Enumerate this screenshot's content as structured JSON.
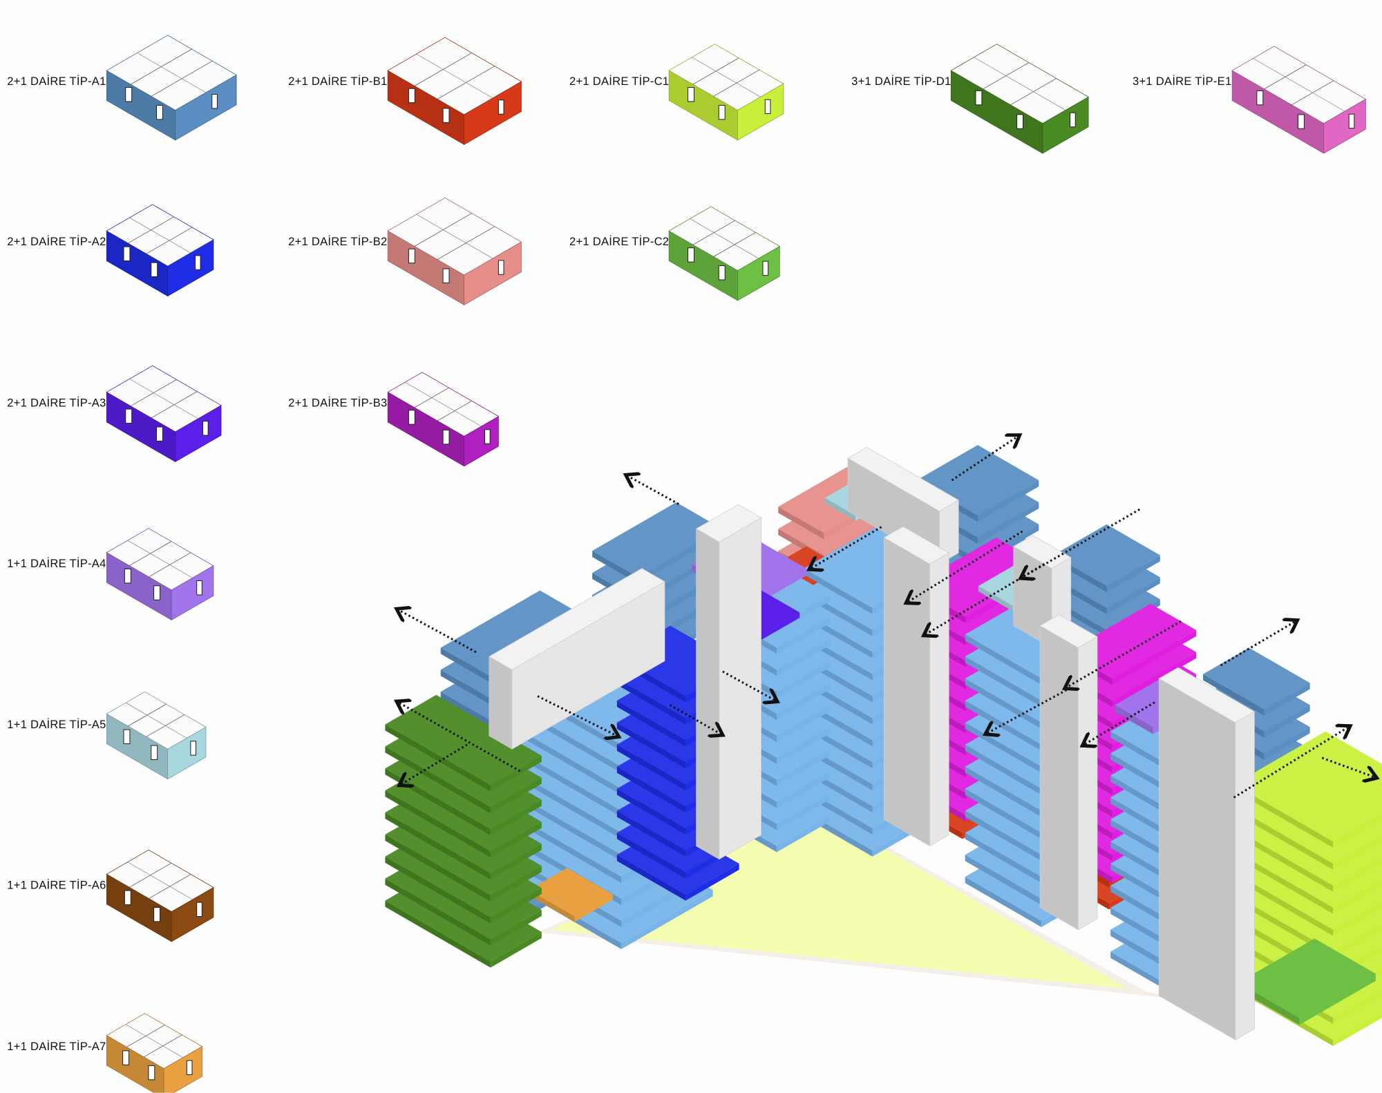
{
  "units": [
    {
      "label": "2+1 DAİRE TİP-A1",
      "color": "#5b8fc3"
    },
    {
      "label": "2+1 DAİRE TİP-A2",
      "color": "#1f2ee6"
    },
    {
      "label": "2+1 DAİRE TİP-A3",
      "color": "#5a1fe8"
    },
    {
      "label": "1+1 DAİRE TİP-A4",
      "color": "#a274ec"
    },
    {
      "label": "1+1 DAİRE TİP-A5",
      "color": "#a9d7e0"
    },
    {
      "label": "1+1 DAİRE TİP-A6",
      "color": "#8a4a12"
    },
    {
      "label": "1+1 DAİRE TİP-A7",
      "color": "#e8a040"
    },
    {
      "label": "2+1 DAİRE TİP-B1",
      "color": "#d63a18"
    },
    {
      "label": "2+1 DAİRE TİP-B2",
      "color": "#e68e8a"
    },
    {
      "label": "2+1 DAİRE TİP-B3",
      "color": "#b020c0"
    },
    {
      "label": "2+1 DAİRE TİP-C1",
      "color": "#c8f03a"
    },
    {
      "label": "2+1 DAİRE TİP-C2",
      "color": "#6ec044"
    },
    {
      "label": "3+1 DAİRE TİP-D1",
      "color": "#4a8a22"
    },
    {
      "label": "3+1 DAİRE TİP-E1",
      "color": "#e068c4"
    }
  ],
  "palette": {
    "building_blue": "#78b4ea",
    "back_blue": "#5b8fc3",
    "magenta": "#e01ee0",
    "core": "#e6e6e6",
    "plaza": "#f4fcb0",
    "arrow": "#111111"
  }
}
